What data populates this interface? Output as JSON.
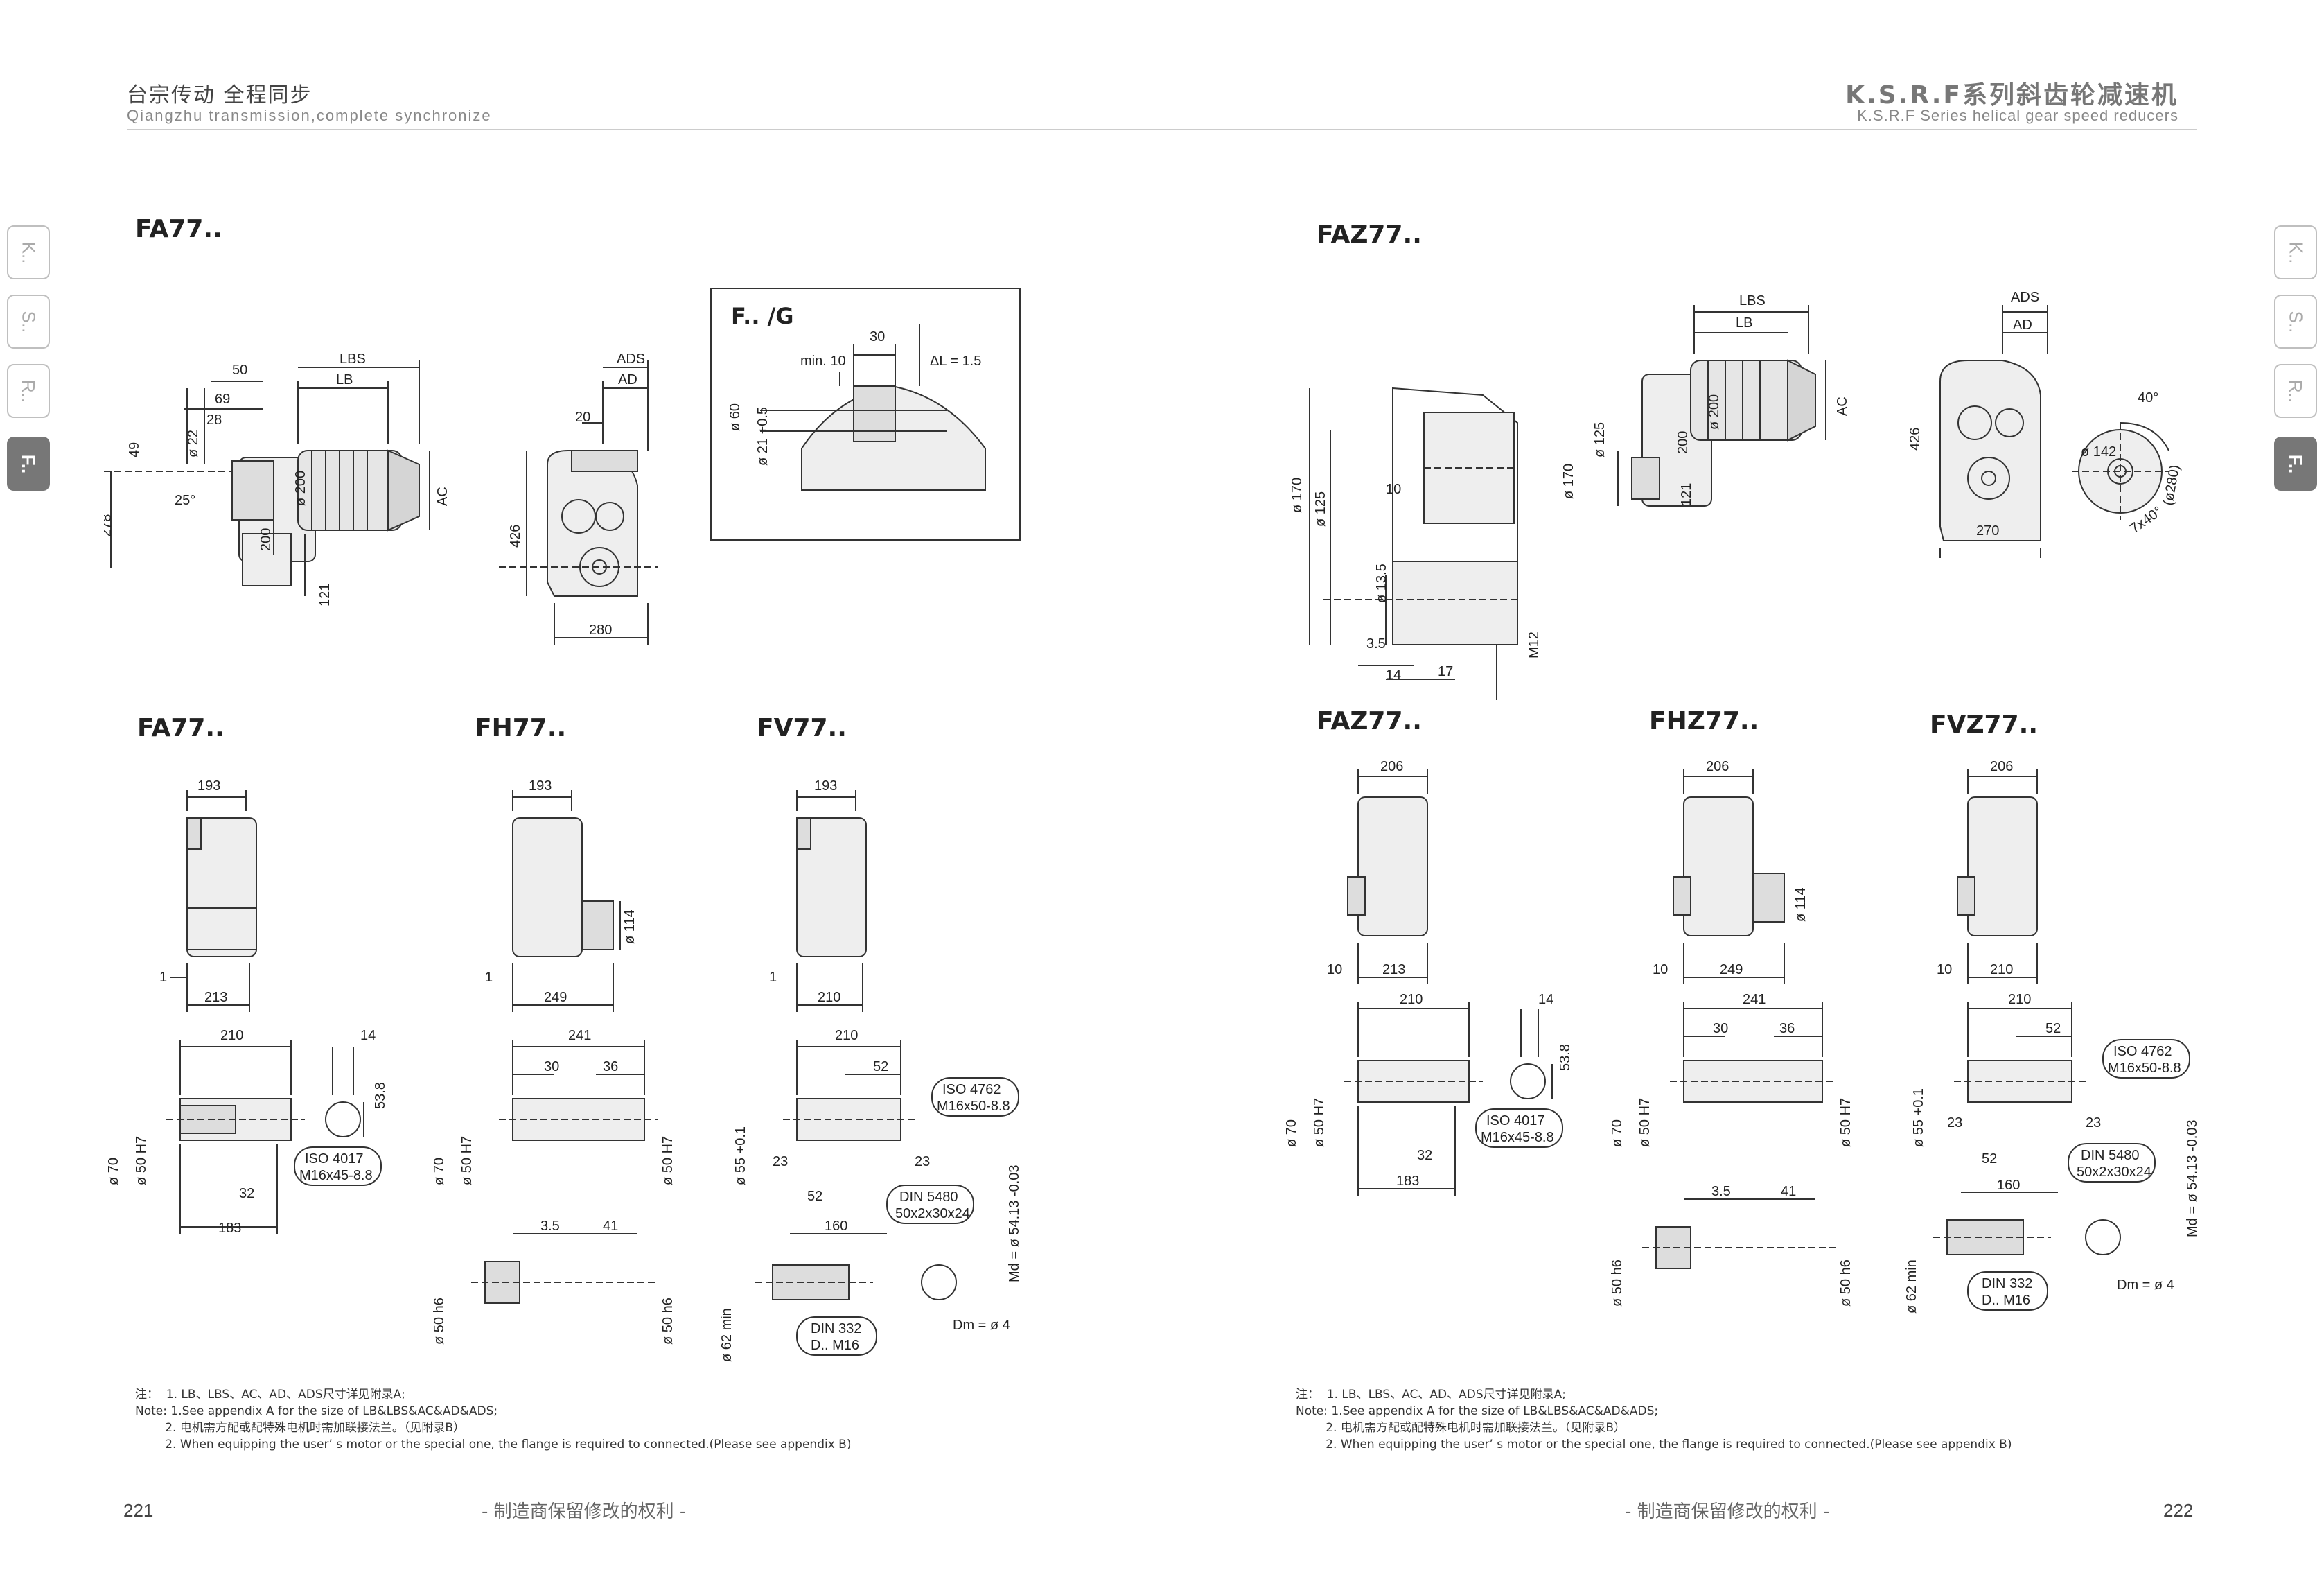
{
  "header": {
    "left_cn": "台宗传动   全程同步",
    "left_en": "Qiangzhu transmission,complete synchronize",
    "right_cn": "K.S.R.F系列斜齿轮减速机",
    "right_en": "K.S.R.F Series helical gear speed reducers"
  },
  "side_tabs": [
    "K..",
    "S..",
    "R..",
    "F.."
  ],
  "labels": {
    "fa77_top": "FA77..",
    "fg_inset": "F.. /G",
    "faz77_top": "FAZ77..",
    "fa77": "FA77..",
    "fh77": "FH77..",
    "fv77": "FV77..",
    "faz77": "FAZ77..",
    "fhz77": "FHZ77..",
    "fvz77": "FVZ77.."
  },
  "dims": {
    "d50": "50",
    "d69": "69",
    "d28": "28",
    "d49": "49",
    "d22": "ø 22",
    "d25": "25°",
    "d278": "278",
    "lbs": "LBS",
    "lb": "LB",
    "ac": "AC",
    "ads": "ADS",
    "ad": "AD",
    "d200": "ø 200",
    "d200b": "200",
    "d121": "121",
    "d20": "20",
    "d426": "426",
    "d280": "280",
    "min10": "min. 10",
    "d30": "30",
    "dl": "ΔL = 1.5",
    "d60": "ø 60",
    "d21": "ø 21 +0.5",
    "d170": "ø 170",
    "d125": "ø 125",
    "d10": "10",
    "d135": "ø 13.5",
    "d35": "3.5",
    "d14": "14",
    "d17": "17",
    "m12": "M12",
    "d270": "270",
    "d40": "40°",
    "d142": "ø 142",
    "d280c": "(ø280)",
    "d7x40": "7x40°",
    "d193": "193",
    "d213": "213",
    "d249": "249",
    "d210": "210",
    "d1": "1",
    "d114": "ø 114",
    "d206": "206",
    "d241": "241",
    "d36": "36",
    "d52": "52",
    "d183": "183",
    "d32": "32",
    "d538": "53.8",
    "d70": "ø 70",
    "d50h7": "ø 50 H7",
    "d50h6": "ø 50 h6",
    "d55": "ø 55 +0.1",
    "d23": "23",
    "d160": "160",
    "d41": "41",
    "d62": "ø 62 min",
    "md": "Md = ø 54.13 -0.03",
    "dm": "Dm = ø 4",
    "iso4017": "ISO 4017",
    "m16x45": "M16x45-8.8",
    "iso4762": "ISO 4762",
    "m16x50": "M16x50-8.8",
    "din5480": "DIN 5480",
    "din5480v": "50x2x30x24",
    "din332": "DIN 332",
    "din332v": "D.. M16"
  },
  "notes": {
    "line1": "注：  1. LB、LBS、AC、AD、ADS尺寸详见附录A;",
    "line2": "Note: 1.See appendix A for the size of LB&LBS&AC&AD&ADS;",
    "line3": "        2. 电机需方配或配特殊电机时需加联接法兰。（见附录B）",
    "line4": "        2. When equipping the user’ s motor or the special one, the flange is required to connected.(Please see appendix B)"
  },
  "footer": {
    "page_left": "221",
    "page_right": "222",
    "rights": "- 制造商保留修改的权利 -"
  }
}
